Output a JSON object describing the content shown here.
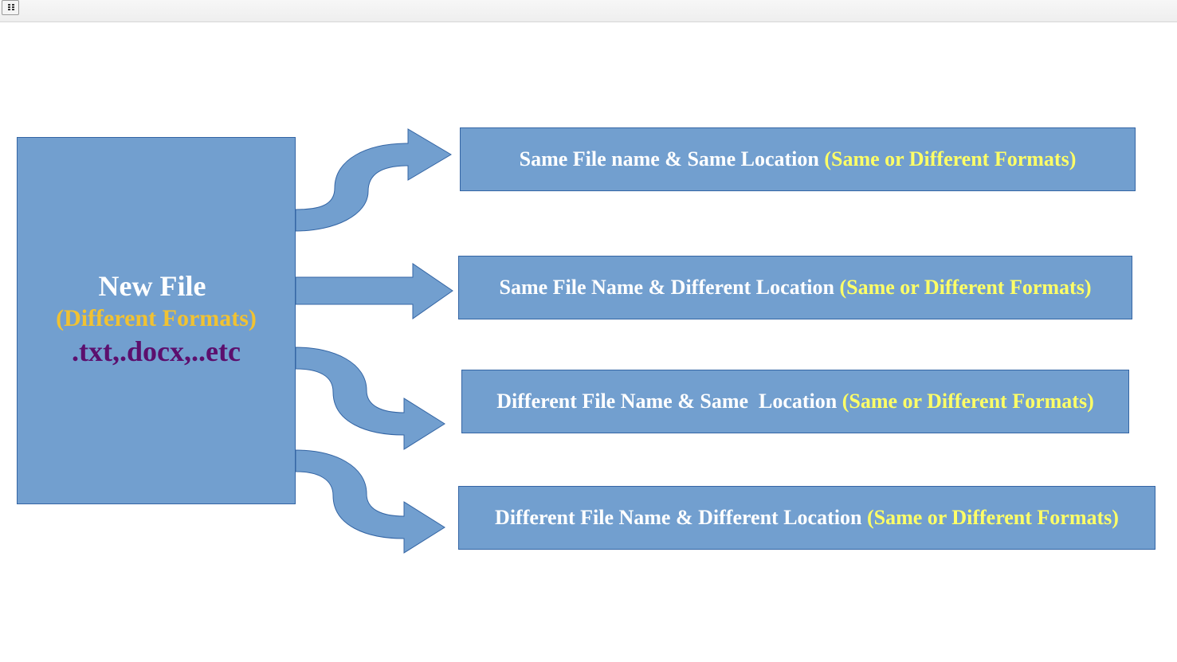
{
  "toolbar": {
    "menu_icon": "grid-menu-icon"
  },
  "colors": {
    "box_fill": "#729fcf",
    "box_border": "#3465a4",
    "title_text": "#ffffff",
    "formats_text": "#f1c232",
    "extensions_text": "#5c0f6d",
    "target_formats_text": "#ffff66"
  },
  "source": {
    "title": "New File",
    "subtitle": "(Different Formats)",
    "extensions": ".txt,.docx,..etc"
  },
  "targets": [
    {
      "label": "Same File name & Same Location ",
      "formats": "(Same or Different Formats)"
    },
    {
      "label": "Same File Name & Different Location ",
      "formats": "(Same or Different Formats)"
    },
    {
      "label": "Different File Name & Same  Location ",
      "formats": "(Same or Different Formats)"
    },
    {
      "label": "Different File Name & Different Location ",
      "formats": "(Same or Different Formats)"
    }
  ]
}
